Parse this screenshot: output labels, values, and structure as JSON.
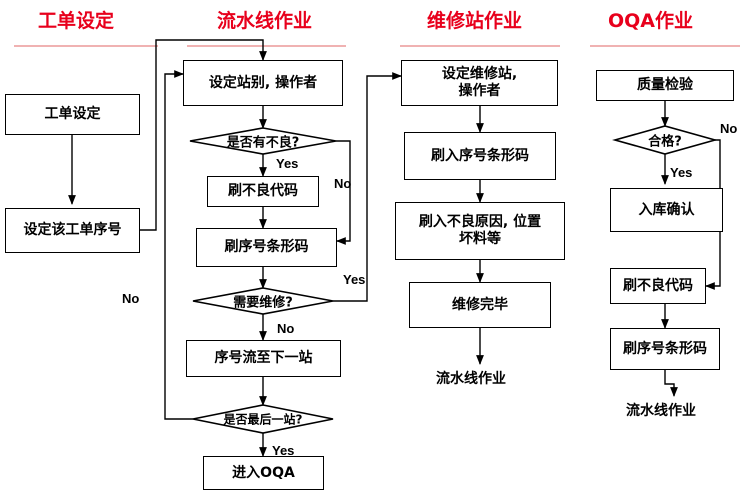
{
  "headers": {
    "work_order": "工单设定",
    "assembly_line": "流水线作业",
    "repair_station": "维修站作业",
    "oqa": "OQA作业"
  },
  "columns": {
    "work_order": {
      "box_set": "工单设定",
      "box_serial": "设定该工单序号",
      "no_label": "No"
    },
    "assembly": {
      "box_station": "设定站别, 操作者",
      "diamond_defect": "是否有不良?",
      "yes1": "Yes",
      "no1": "No",
      "box_defect_code": "刷不良代码",
      "box_serial_barcode": "刷序号条形码",
      "diamond_repair": "需要维修?",
      "yes2": "Yes",
      "no2": "No",
      "box_next_station": "序号流至下一站",
      "diamond_last": "是否最后一站?",
      "yes3": "Yes",
      "box_enter_oqa": "进入OQA"
    },
    "repair": {
      "box_set_station_l1": "设定维修站,",
      "box_set_station_l2": "操作者",
      "box_serial_barcode": "刷入序号条形码",
      "box_reason_l1": "刷入不良原因, 位置",
      "box_reason_l2": "坏料等",
      "box_done": "维修完毕",
      "return_text": "流水线作业"
    },
    "oqa": {
      "box_inspect": "质量检验",
      "diamond_pass": "合格?",
      "no": "No",
      "yes": "Yes",
      "box_storage": "入库确认",
      "box_defect_code": "刷不良代码",
      "box_serial_barcode": "刷序号条形码",
      "return_text": "流水线作业"
    }
  },
  "colors": {
    "header": "#e8001c",
    "rule": "#e06666",
    "line": "#000000"
  }
}
